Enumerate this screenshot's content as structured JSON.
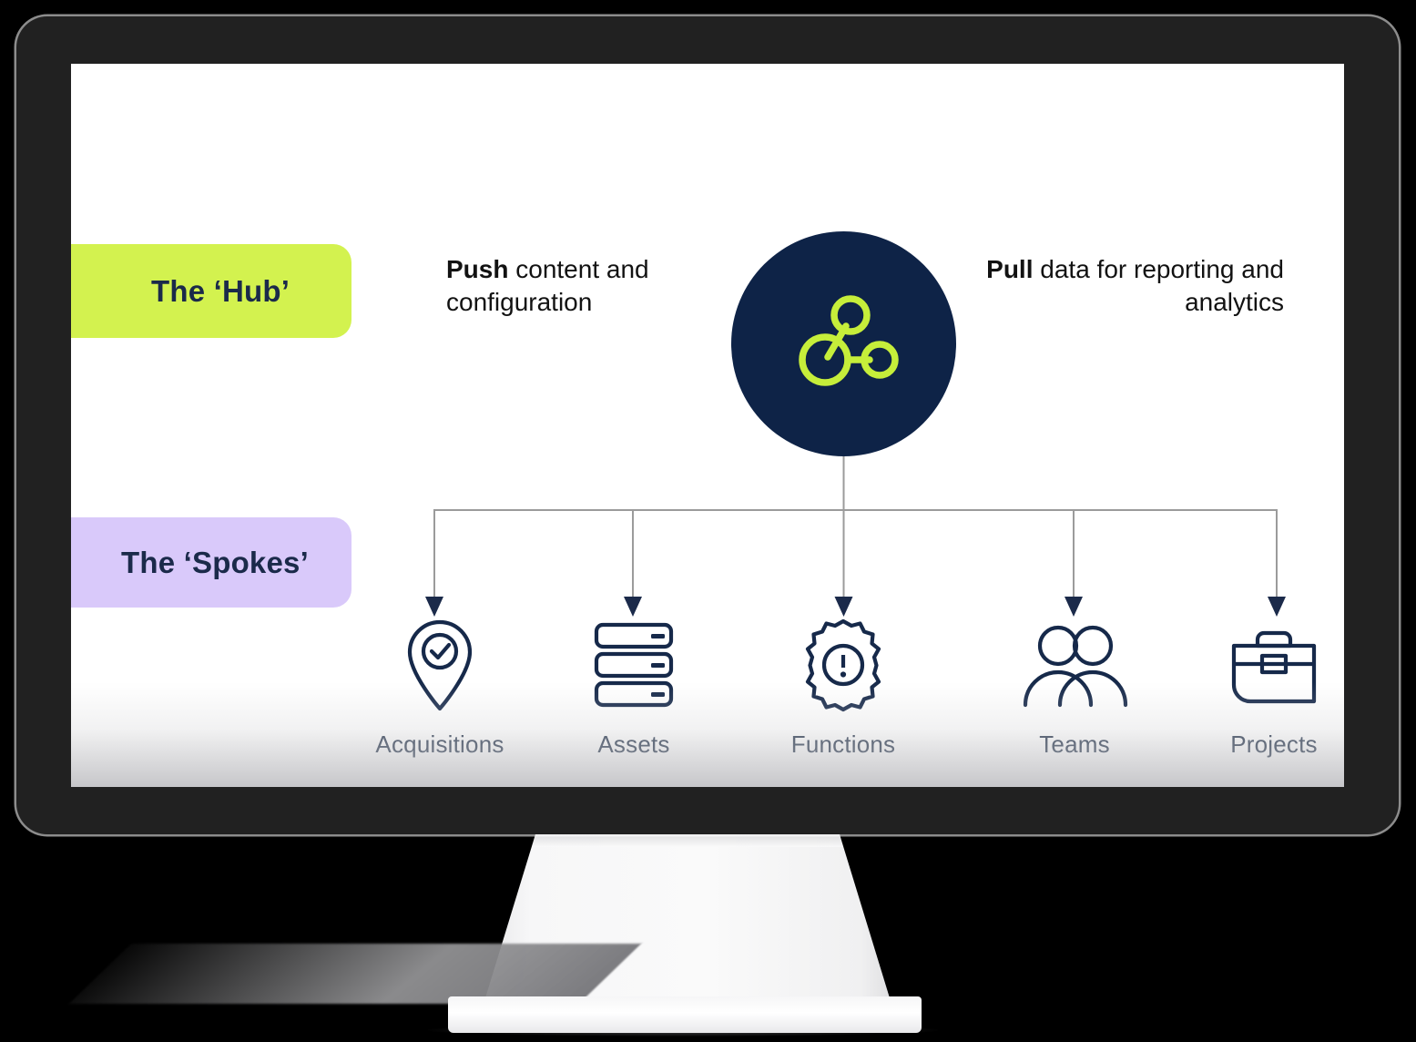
{
  "device": {
    "type": "desktop-monitor",
    "bezel_color": "#212121",
    "screen_background": "#ffffff"
  },
  "diagram": {
    "title_hub": "The ‘Hub’",
    "title_spokes": "The ‘Spokes’",
    "hub_pill_color": "#d3f24f",
    "spokes_pill_color": "#d9c9fa",
    "hub_circle_color": "#0e2347",
    "hub_icon_color": "#c6ee3a",
    "hub_icon_name": "network-nodes-icon",
    "flows": {
      "push_bold": "Push",
      "push_rest": " content and configuration",
      "pull_bold": "Pull",
      "pull_rest": " data for reporting and analytics"
    },
    "connector_line_color": "#9b9b9b",
    "arrow_head_color": "#1b2a4a",
    "spokes": [
      {
        "label": "Acquisitions",
        "icon": "map-pin-check-icon"
      },
      {
        "label": "Assets",
        "icon": "server-stack-icon"
      },
      {
        "label": "Functions",
        "icon": "gear-alert-icon"
      },
      {
        "label": "Teams",
        "icon": "two-people-icon"
      },
      {
        "label": "Projects",
        "icon": "briefcase-icon"
      }
    ]
  }
}
